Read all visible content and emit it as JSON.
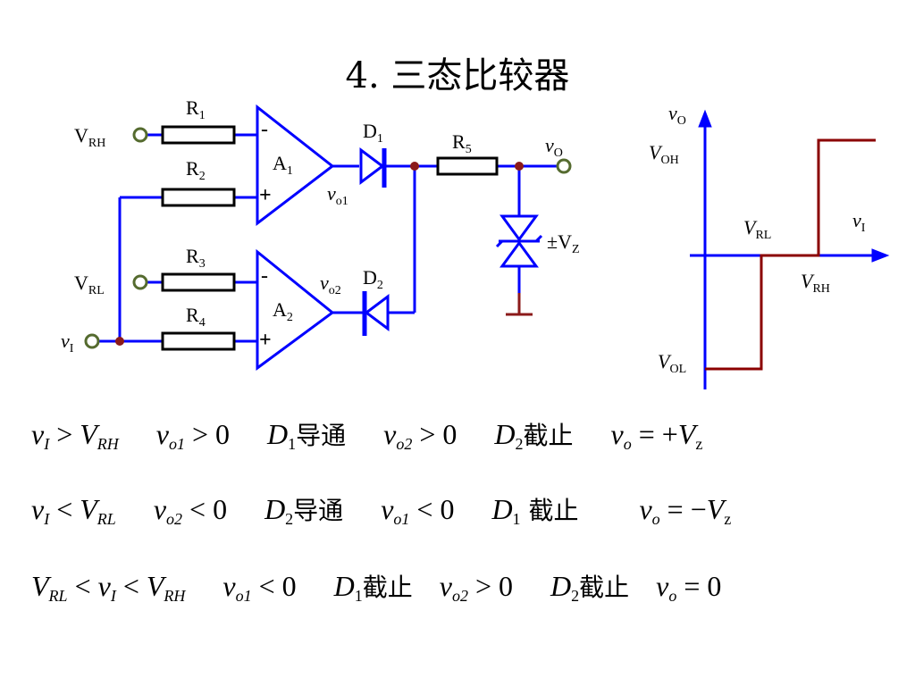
{
  "title": "4. 三态比较器",
  "circuit": {
    "vrh": "V",
    "vrh_sub": "RH",
    "vrl": "V",
    "vrl_sub": "RL",
    "vi": "v",
    "vi_sub": "I",
    "r1": "R",
    "r1_sub": "1",
    "r2": "R",
    "r2_sub": "2",
    "r3": "R",
    "r3_sub": "3",
    "r4": "R",
    "r4_sub": "4",
    "r5": "R",
    "r5_sub": "5",
    "a1": "A",
    "a1_sub": "1",
    "a2": "A",
    "a2_sub": "2",
    "d1": "D",
    "d1_sub": "1",
    "d2": "D",
    "d2_sub": "2",
    "vo1": "v",
    "vo1_sub": "o1",
    "vo2": "v",
    "vo2_sub": "o2",
    "vo": "v",
    "vo_sub": "O",
    "vz": "±V",
    "vz_sub": "Z",
    "minus": "-",
    "plus": "+"
  },
  "graph": {
    "y_axis": "v",
    "y_axis_sub": "O",
    "x_axis": "v",
    "x_axis_sub": "I",
    "voh": "V",
    "voh_sub": "OH",
    "vol": "V",
    "vol_sub": "OL",
    "vrl": "V",
    "vrl_sub": "RL",
    "vrh": "V",
    "vrh_sub": "RH"
  },
  "equations": {
    "row1": {
      "a": "v",
      "a_sub": "I",
      "a_op": " > ",
      "a2": "V",
      "a2_sub": "RH",
      "b": "v",
      "b_sub": "o1",
      "b_op": " > 0",
      "c": "D",
      "c_sub": "1",
      "c_txt": "导通",
      "d": "v",
      "d_sub": "o2",
      "d_op": " > 0",
      "e": "D",
      "e_sub": "2",
      "e_txt": "截止",
      "f": "v",
      "f_sub": "o",
      "f_op": " = +",
      "f2": "V",
      "f2_sub": "z"
    },
    "row2": {
      "a": "v",
      "a_sub": "I",
      "a_op": " < ",
      "a2": "V",
      "a2_sub": "RL",
      "b": "v",
      "b_sub": "o2",
      "b_op": " < 0",
      "c": "D",
      "c_sub": "2",
      "c_txt": "导通",
      "d": "v",
      "d_sub": "o1",
      "d_op": " < 0",
      "e": "D",
      "e_sub": "1",
      "e_txt": " 截止",
      "f": "v",
      "f_sub": "o",
      "f_op": " = −",
      "f2": "V",
      "f2_sub": "z"
    },
    "row3": {
      "a": "V",
      "a_sub": "RL",
      "a_op": " < ",
      "a2": "v",
      "a2_sub": "I",
      "a3_op": " < ",
      "a3": "V",
      "a3_sub": "RH",
      "b": "v",
      "b_sub": "o1",
      "b_op": " < 0",
      "c": "D",
      "c_sub": "1",
      "c_txt": "截止",
      "d": "v",
      "d_sub": "o2",
      "d_op": " > 0",
      "e": "D",
      "e_sub": "2",
      "e_txt": "截止",
      "f": "v",
      "f_sub": "o",
      "f_op": " = 0"
    }
  },
  "colors": {
    "wire": "#0000ff",
    "curve": "#8b0000",
    "node": "#8b1a1a",
    "terminal": "#556b2f"
  }
}
